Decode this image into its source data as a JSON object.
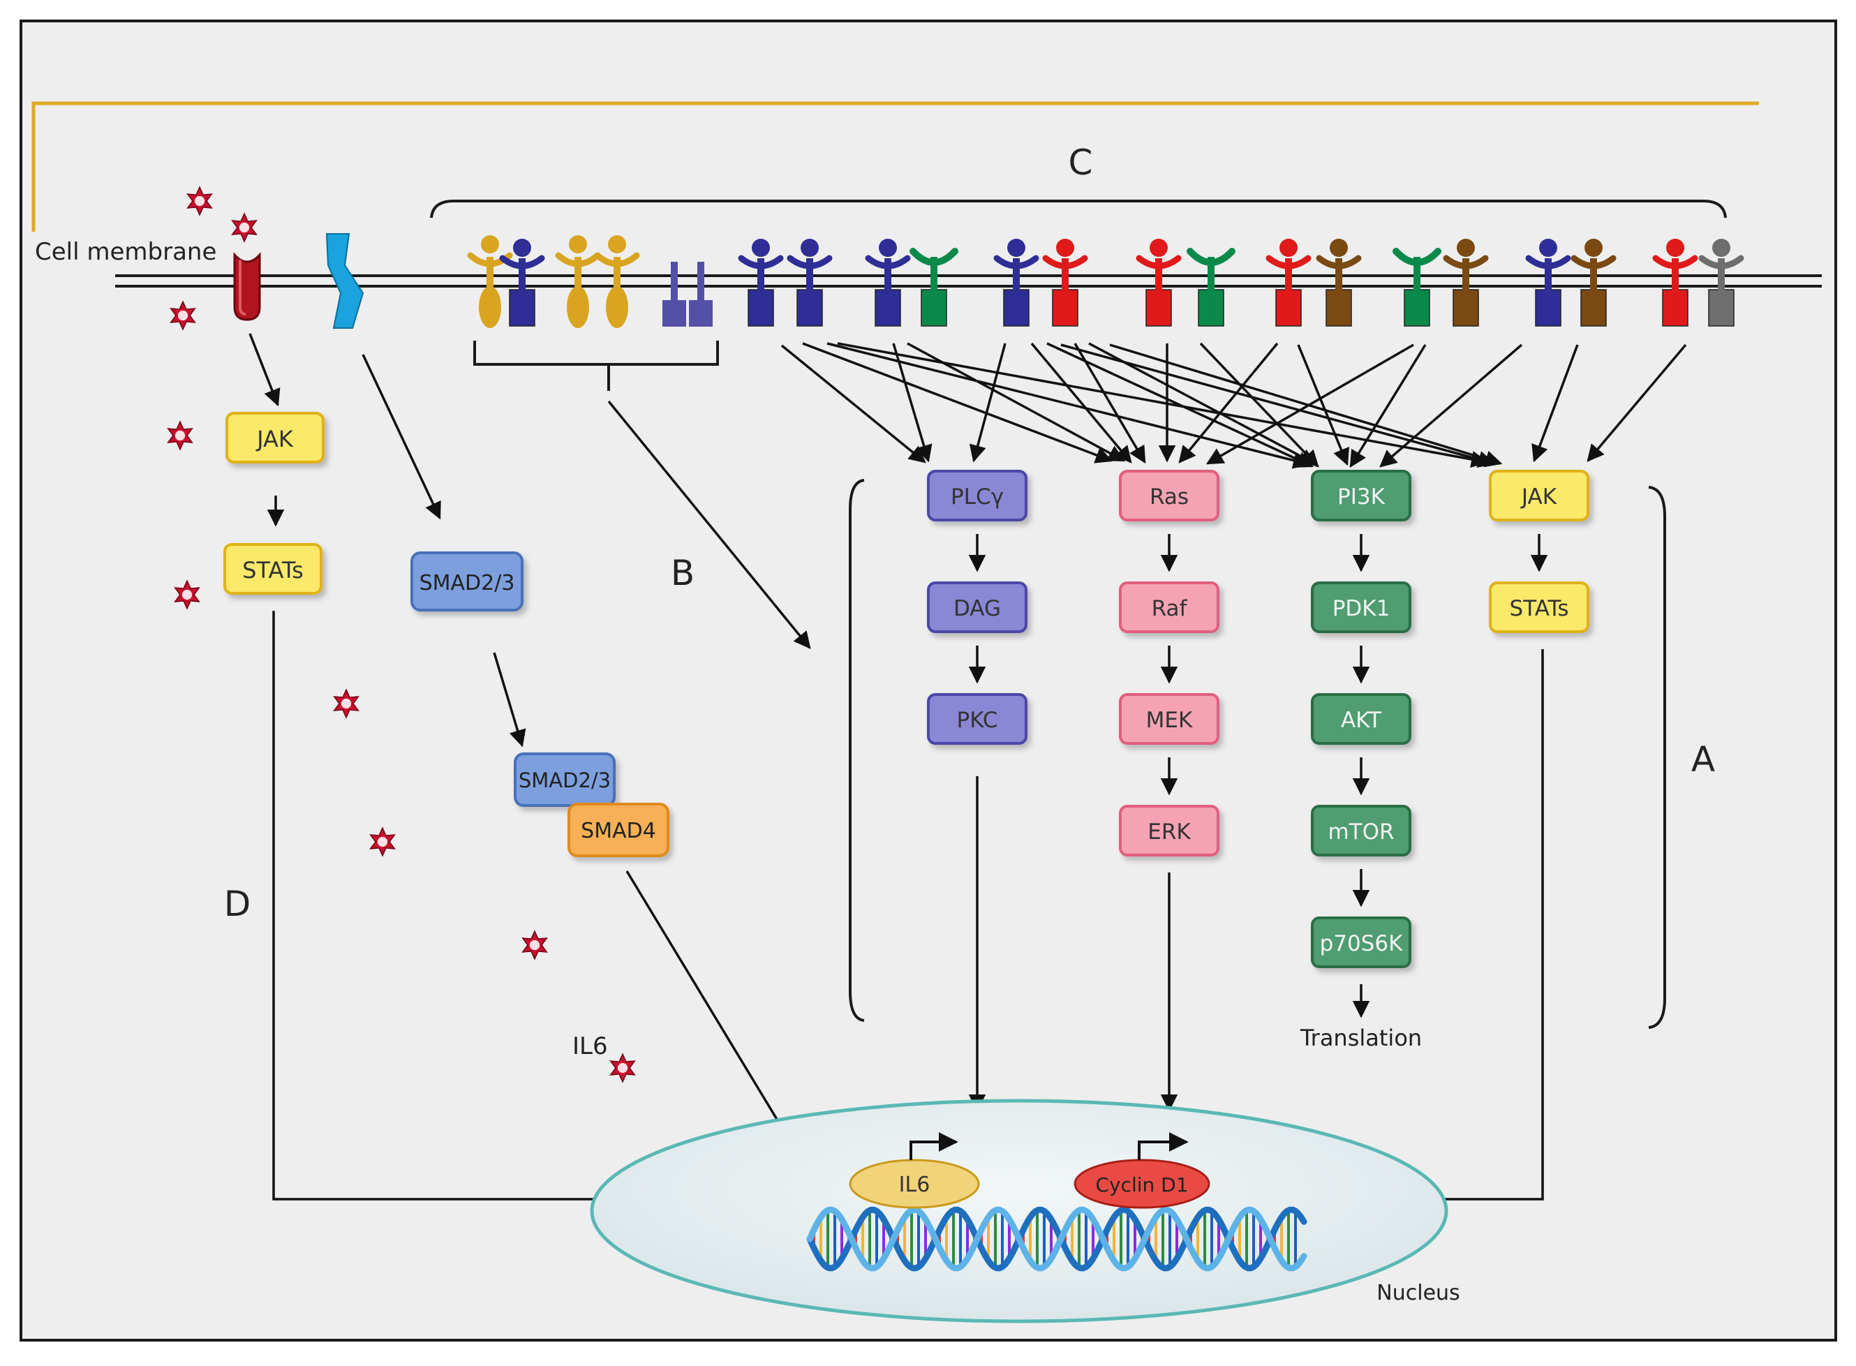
{
  "labels": {
    "cell_membrane": "Cell membrane",
    "translation": "Translation",
    "nucleus": "Nucleus",
    "il6_ligand": "IL6",
    "section_a": "A",
    "section_b": "B",
    "section_c": "C",
    "section_d": "D"
  },
  "left_pathway": {
    "jak": "JAK",
    "stats": "STATs",
    "smad23_a": "SMAD2/3",
    "smad23_b": "SMAD2/3",
    "smad4": "SMAD4"
  },
  "cascades": {
    "plcg": [
      "PLCγ",
      "DAG",
      "PKC"
    ],
    "ras": [
      "Ras",
      "Raf",
      "MEK",
      "ERK"
    ],
    "pi3k": [
      "PI3K",
      "PDK1",
      "AKT",
      "mTOR",
      "p70S6K"
    ],
    "jak": [
      "JAK",
      "STATs"
    ]
  },
  "genes": {
    "il6": "IL6",
    "cyclin_d1": "Cyclin D1"
  },
  "colors": {
    "purple": "#8a87d4",
    "pink": "#f5a3b4",
    "green": "#4f9d6f",
    "yellow": "#fbe96b",
    "blue_smad": "#7d9fdd",
    "orange_smad4": "#f7b057",
    "receptor_gold": "#d9a520",
    "receptor_navy": "#2e2e96",
    "receptor_green": "#0a8a4a",
    "receptor_red": "#e01a1a",
    "receptor_brown": "#7a4a12",
    "receptor_gray": "#6e6e6e",
    "receptor_violet": "#5450a8",
    "nucleus_fill": "#e3edef",
    "nucleus_stroke": "#5ab8b4",
    "membrane_gold": "#e0a826",
    "il6_star": "#c8102e"
  }
}
